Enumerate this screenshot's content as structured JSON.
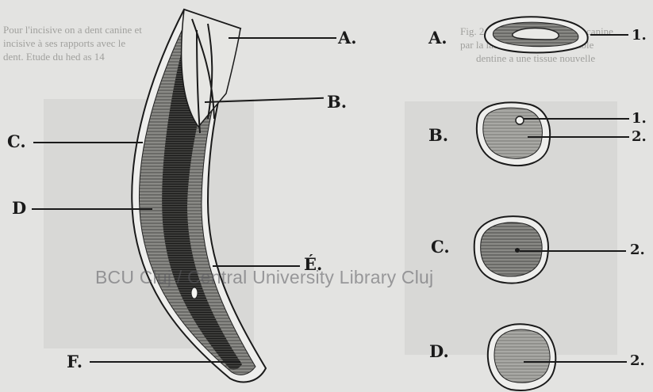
{
  "bleed_through": [
    "Pour l'incisive on a dent canine et",
    "incisive à ses rapports avec le",
    "dent. Etude du hed as 14"
  ],
  "bleed_through_right": [
    "Fig. 24. La dent gonflée d'une canine",
    "par la laboratoire d'une véritable",
    "dentine a une tissue nouvelle"
  ],
  "left_figure": {
    "labels": {
      "A": "A.",
      "B": "B.",
      "C": "C.",
      "D": "D",
      "E": "É.",
      "F": "F."
    }
  },
  "right_figure": {
    "sections": [
      {
        "letter": "A.",
        "numbers": [
          "1."
        ]
      },
      {
        "letter": "B.",
        "numbers": [
          "1.",
          "2."
        ]
      },
      {
        "letter": "C.",
        "numbers": [
          "2."
        ]
      },
      {
        "letter": "D.",
        "numbers": [
          "2."
        ]
      }
    ]
  },
  "watermark": "BCU Cluj / Central University Library Cluj"
}
